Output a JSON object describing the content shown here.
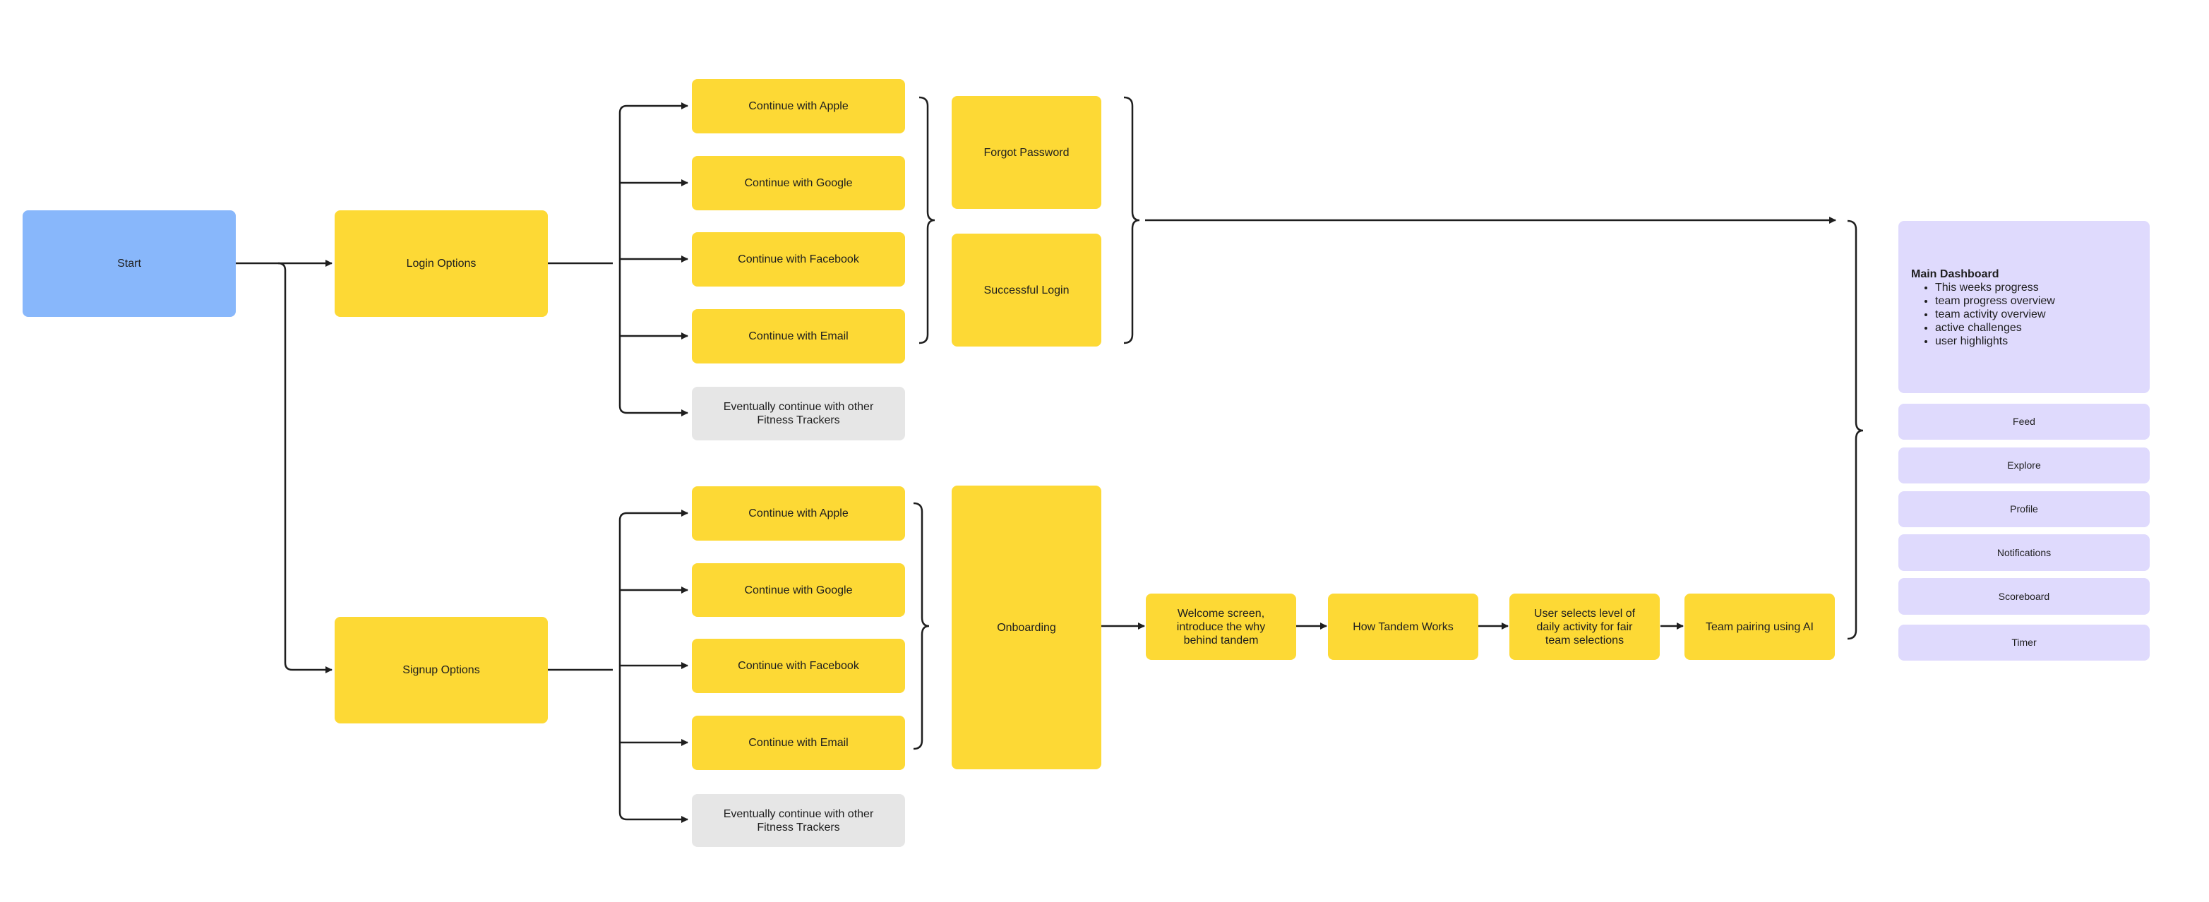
{
  "colors": {
    "start": "#88B7FB",
    "step": "#FDD935",
    "future": "#E6E6E6",
    "app_screen": "#DFDAFD",
    "connector": "#1E1E1E"
  },
  "start": {
    "label": "Start"
  },
  "login": {
    "label": "Login Options",
    "methods": [
      "Continue with Apple",
      "Continue with Google",
      "Continue with Facebook",
      "Continue with Email"
    ],
    "future_method": "Eventually continue with other Fitness Trackers",
    "outcomes": [
      "Forgot Password",
      "Successful Login"
    ]
  },
  "signup": {
    "label": "Signup Options",
    "methods": [
      "Continue with Apple",
      "Continue with Google",
      "Continue with Facebook",
      "Continue with Email"
    ],
    "future_method": "Eventually continue with other Fitness Trackers",
    "onboarding": "Onboarding",
    "steps": [
      "Welcome screen, introduce the why behind tandem",
      "How Tandem Works",
      "User selects level of daily activity for fair team selections",
      "Team pairing using AI"
    ]
  },
  "app": {
    "dashboard": {
      "title": "Main Dashboard",
      "items": [
        "This weeks progress",
        "team progress overview",
        "team activity overview",
        "active challenges",
        "user highlights"
      ]
    },
    "screens": [
      "Feed",
      "Explore",
      "Profile",
      "Notifications",
      "Scoreboard",
      "Timer"
    ]
  }
}
